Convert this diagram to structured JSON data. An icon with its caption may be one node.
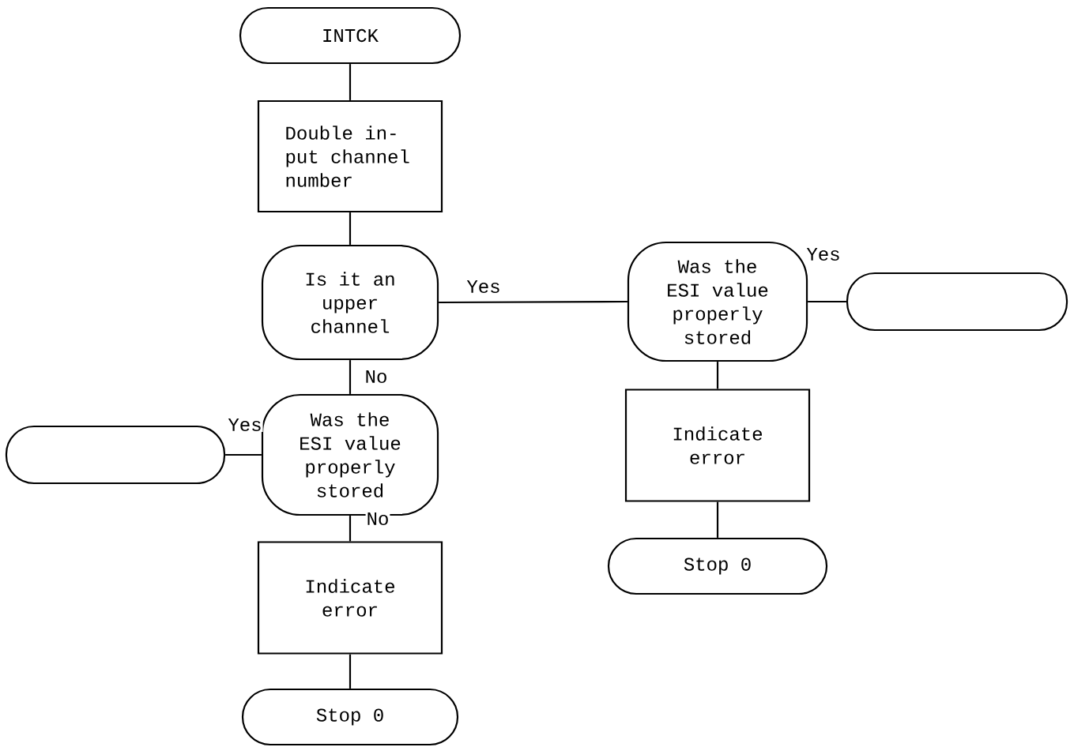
{
  "diagram": {
    "nodes": [
      {
        "text": [
          "INTCK"
        ]
      },
      {
        "text": [
          "Double in- put channel number"
        ]
      },
      {
        "text": [
          "Is it an upper channel"
        ]
      },
      {
        "text": [
          "Was the ESI value properly stored"
        ]
      },
      {
        "text": [],
        "shape": "terminal"
      },
      {
        "text": [
          "Was the ESI value properly stored"
        ]
      },
      {
        "text": [],
        "shape": "terminal"
      },
      {
        "text": [
          "Indicate error"
        ]
      },
      {
        "text": [
          "Stop 0"
        ]
      },
      {
        "text": [
          "Indicate error"
        ]
      },
      {
        "text": [
          "Stop 0"
        ]
      }
    ],
    "edges": [
      {
        "from": 0,
        "to": 1,
        "arrow": "none"
      },
      {
        "from": 1,
        "to": 2,
        "arrow": "none"
      },
      {
        "from": 2,
        "to": 3,
        "arrow": "none",
        "label": "Yes"
      },
      {
        "from": 3,
        "to": 4,
        "arrow": "none",
        "label": "Yes"
      },
      {
        "from": 2,
        "to": 5,
        "arrow": "none",
        "label": "No"
      },
      {
        "from": 5,
        "to": 6,
        "arrow": "none",
        "label": "Yes"
      },
      {
        "from": 5,
        "to": 7,
        "arrow": "none",
        "label": "No"
      },
      {
        "from": 7,
        "to": 8,
        "arrow": "none"
      },
      {
        "from": 3,
        "to": 9,
        "arrow": "none"
      },
      {
        "from": 9,
        "to": 10,
        "arrow": "none"
      }
    ]
  }
}
